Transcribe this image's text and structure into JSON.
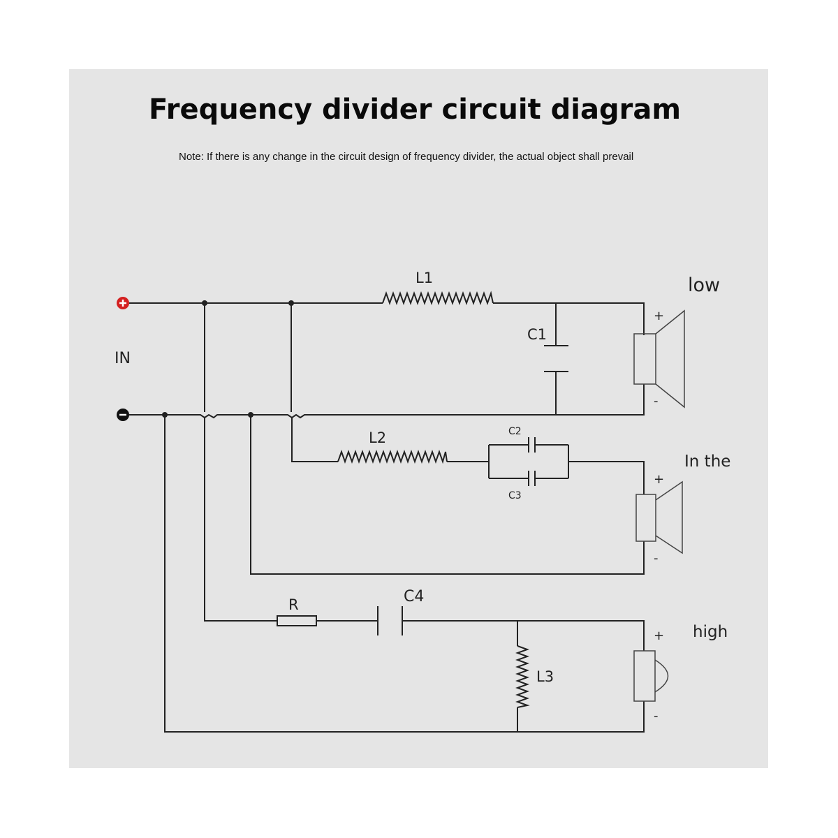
{
  "title": "Frequency divider circuit diagram",
  "note": "Note: If there is any change in the circuit design of frequency divider, the actual object shall prevail",
  "input": {
    "label": "IN",
    "positive": "+",
    "negative": "-"
  },
  "components": {
    "L1": "L1",
    "L2": "L2",
    "L3": "L3",
    "C1": "C1",
    "C2": "C2",
    "C3": "C3",
    "C4": "C4",
    "R": "R"
  },
  "speakers": {
    "low": {
      "label": "low",
      "plus": "+",
      "minus": "-"
    },
    "mid": {
      "label": "In the",
      "plus": "+",
      "minus": "-"
    },
    "high": {
      "label": "high",
      "plus": "+",
      "minus": "-"
    }
  },
  "colors": {
    "panel": "#e5e5e5",
    "positive_terminal": "#d42020",
    "negative_terminal": "#111111",
    "wire": "#222222"
  }
}
